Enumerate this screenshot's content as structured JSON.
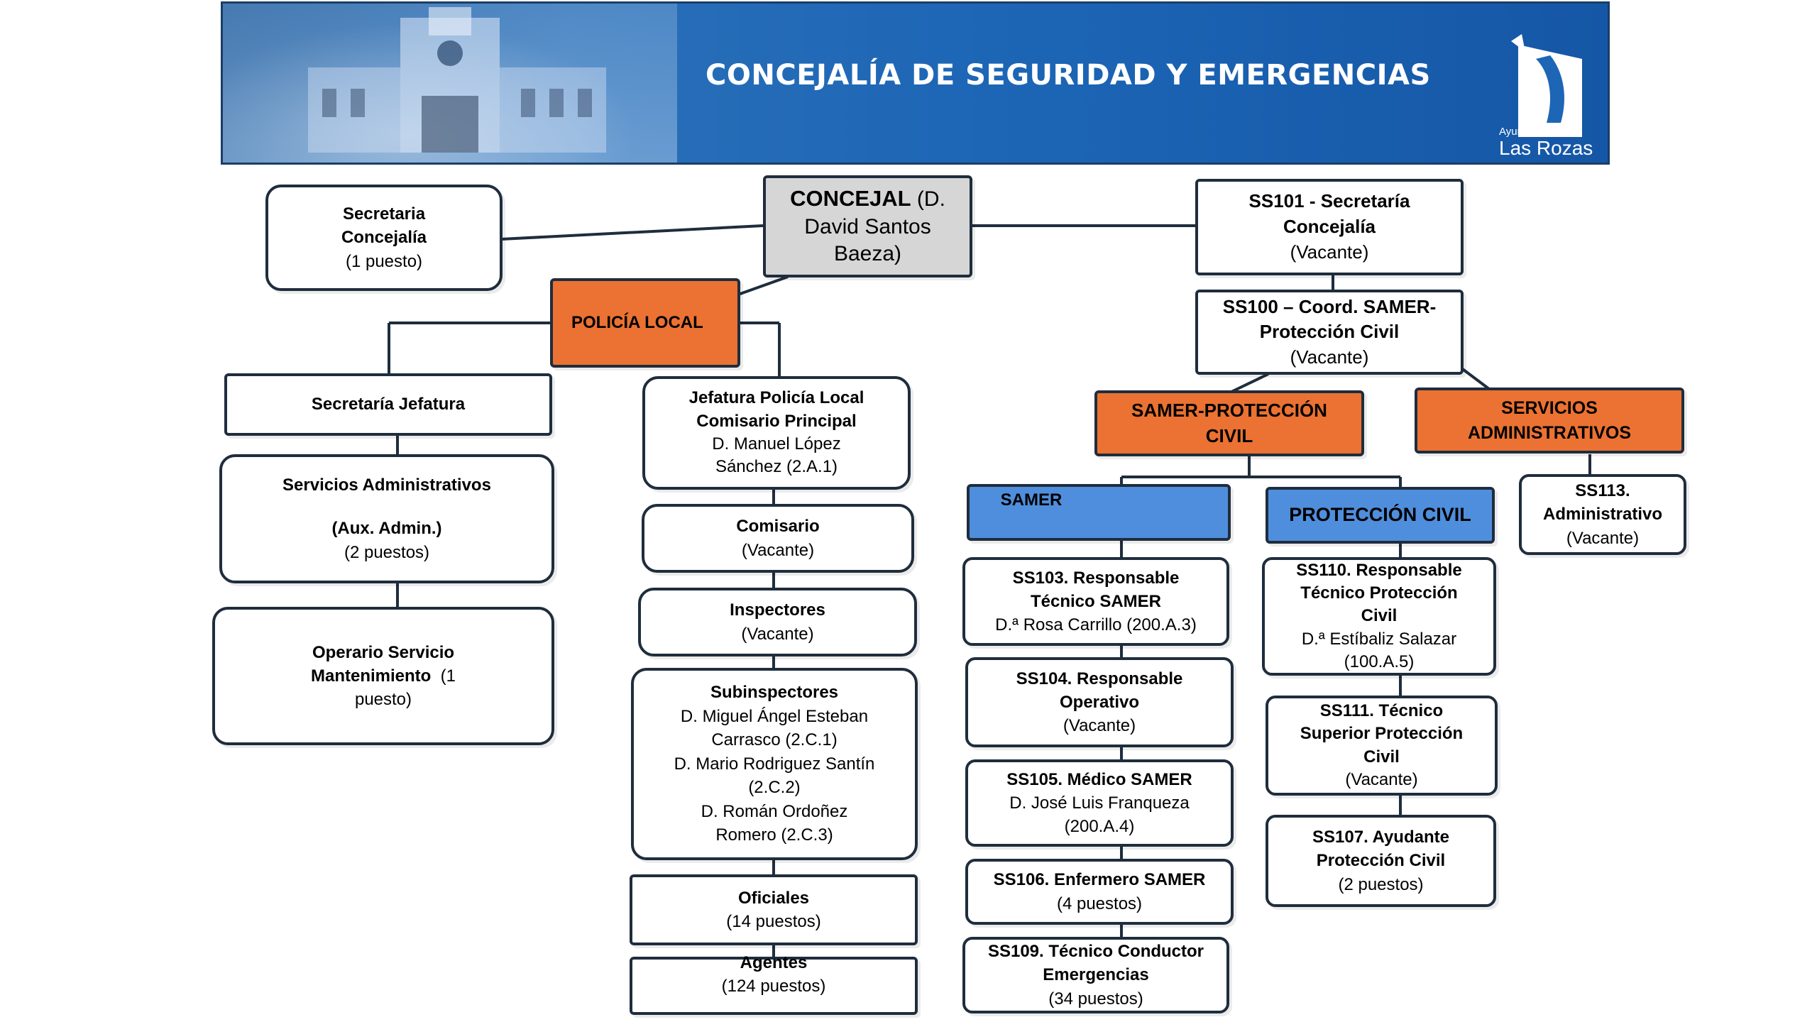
{
  "header": {
    "title": "CONCEJALÍA DE SEGURIDAD Y EMERGENCIAS",
    "logo_line1": "Ayuntamiento de",
    "logo_line2": "Las Rozas"
  },
  "concejal": {
    "title": "CONCEJAL",
    "name_part1": "(D.",
    "name_part2": "David Santos",
    "name_part3": "Baeza)"
  },
  "secretaria_concejalia": {
    "line1": "Secretaria",
    "line2": "Concejalía",
    "line3": "(1 puesto)"
  },
  "policia_local": {
    "label": "POLICÍA LOCAL",
    "secretaria_jefatura": "Secretaría Jefatura",
    "servicios_admin": {
      "line1": "Servicios  Administrativos",
      "line2": "(Aux. Admin.)",
      "line3": "(2 puestos)"
    },
    "operario": {
      "line1": "Operario Servicio",
      "line2": "Mantenimiento",
      "line2b": "(1",
      "line3": "puesto)"
    },
    "jefatura": {
      "line1": "Jefatura Policía Local",
      "line2": "Comisario Principal",
      "line3": "D. Manuel López",
      "line4": "Sánchez (2.A.1)"
    },
    "comisario": {
      "title": "Comisario",
      "status": "(Vacante)"
    },
    "inspectores": {
      "title": "Inspectores",
      "status": "(Vacante)"
    },
    "subinspectores": {
      "title": "Subinspectores",
      "lines": [
        "D. Miguel Ángel Esteban",
        "Carrasco (2.C.1)",
        "D. Mario Rodriguez Santín",
        "(2.C.2)",
        "D. Román Ordoñez",
        "Romero (2.C.3)"
      ]
    },
    "oficiales": {
      "title": "Oficiales",
      "status": "(14 puestos)"
    },
    "agentes": {
      "title": "Agentes",
      "status": "(124 puestos)"
    }
  },
  "ss101": {
    "line1": "SS101 - Secretaría",
    "line2": "Concejalía",
    "line3": "(Vacante)"
  },
  "ss100": {
    "line1": "SS100 – Coord. SAMER-",
    "line2": "Protección Civil",
    "line3": "(Vacante)"
  },
  "samer_pc": {
    "line1": "SAMER-PROTECCIÓN",
    "line2": "CIVIL"
  },
  "servicios_administrativos": {
    "line1": "SERVICIOS",
    "line2": "ADMINISTRATIVOS"
  },
  "samer": {
    "label": "SAMER",
    "ss103": {
      "line1": "SS103. Responsable",
      "line2": "Técnico SAMER",
      "line3": "D.ª Rosa Carrillo (200.A.3)"
    },
    "ss104": {
      "line1": "SS104. Responsable",
      "line2": "Operativo",
      "line3": "(Vacante)"
    },
    "ss105": {
      "line1": "SS105. Médico SAMER",
      "line2": "D. José Luis Franqueza",
      "line3": "(200.A.4)"
    },
    "ss106": {
      "line1": "SS106. Enfermero SAMER",
      "line2": "(4 puestos)"
    },
    "ss109": {
      "line1": "SS109. Técnico Conductor",
      "line2": "Emergencias",
      "line3": "(34 puestos)"
    }
  },
  "proteccion_civil": {
    "label": "PROTECCIÓN  CIVIL",
    "ss110": {
      "line1": "SS110. Responsable",
      "line2": "Técnico Protección",
      "line3": "Civil",
      "line4": "D.ª Estíbaliz Salazar",
      "line5": "(100.A.5)"
    },
    "ss111": {
      "line1": "SS111. Técnico",
      "line2": "Superior Protección",
      "line3": "Civil",
      "line4": "(Vacante)"
    },
    "ss107": {
      "line1": "SS107. Ayudante",
      "line2": "Protección Civil",
      "line3": "(2 puestos)"
    }
  },
  "ss113": {
    "line1": "SS113.",
    "line2": "Administrativo",
    "line3": "(Vacante)"
  },
  "colors": {
    "banner": "#1d66b6",
    "orange": "#eb7232",
    "blue": "#4f8edc",
    "grey": "#d6d6d6",
    "border": "#1f2d3d"
  }
}
